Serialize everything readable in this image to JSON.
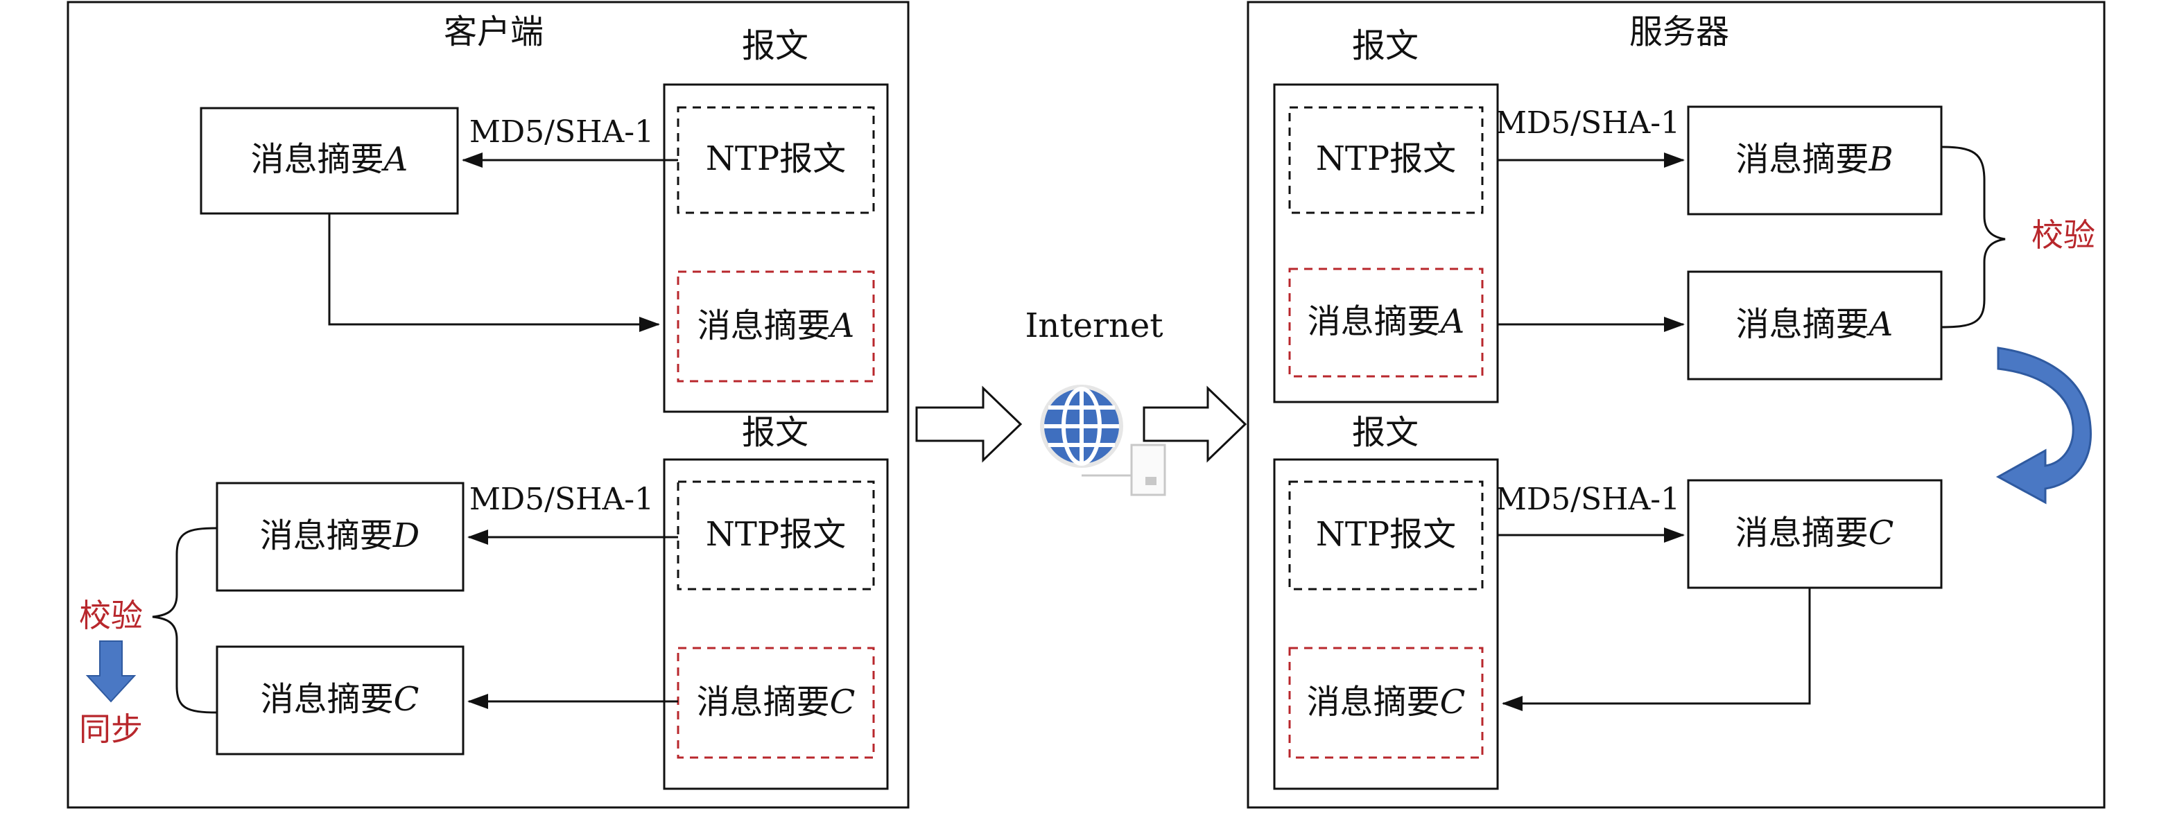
{
  "client": {
    "title": "客户端",
    "packet_top": {
      "title": "报文",
      "ntp": "NTP报文",
      "digest": {
        "prefix": "消息摘要",
        "letter": "A"
      }
    },
    "packet_bottom": {
      "title": "报文",
      "ntp": "NTP报文",
      "digest": {
        "prefix": "消息摘要",
        "letter": "C"
      }
    },
    "digest_a": {
      "prefix": "消息摘要",
      "letter": "A"
    },
    "digest_d": {
      "prefix": "消息摘要",
      "letter": "D"
    },
    "digest_c": {
      "prefix": "消息摘要",
      "letter": "C"
    },
    "hash_top": "MD5/SHA-1",
    "hash_bottom": "MD5/SHA-1",
    "verify": "校验",
    "sync": "同步"
  },
  "internet": {
    "label": "Internet"
  },
  "server": {
    "title": "服务器",
    "packet_top": {
      "title": "报文",
      "ntp": "NTP报文",
      "digest": {
        "prefix": "消息摘要",
        "letter": "A"
      }
    },
    "packet_bottom": {
      "title": "报文",
      "ntp": "NTP报文",
      "digest": {
        "prefix": "消息摘要",
        "letter": "C"
      }
    },
    "digest_b": {
      "prefix": "消息摘要",
      "letter": "B"
    },
    "digest_a": {
      "prefix": "消息摘要",
      "letter": "A"
    },
    "digest_c": {
      "prefix": "消息摘要",
      "letter": "C"
    },
    "hash_top": "MD5/SHA-1",
    "hash_bottom": "MD5/SHA-1",
    "verify": "校验"
  },
  "colors": {
    "line": "#111111",
    "red_text": "#b8272c",
    "blue_arrow": "#4a78c4",
    "globe": "#3f6fbf"
  }
}
